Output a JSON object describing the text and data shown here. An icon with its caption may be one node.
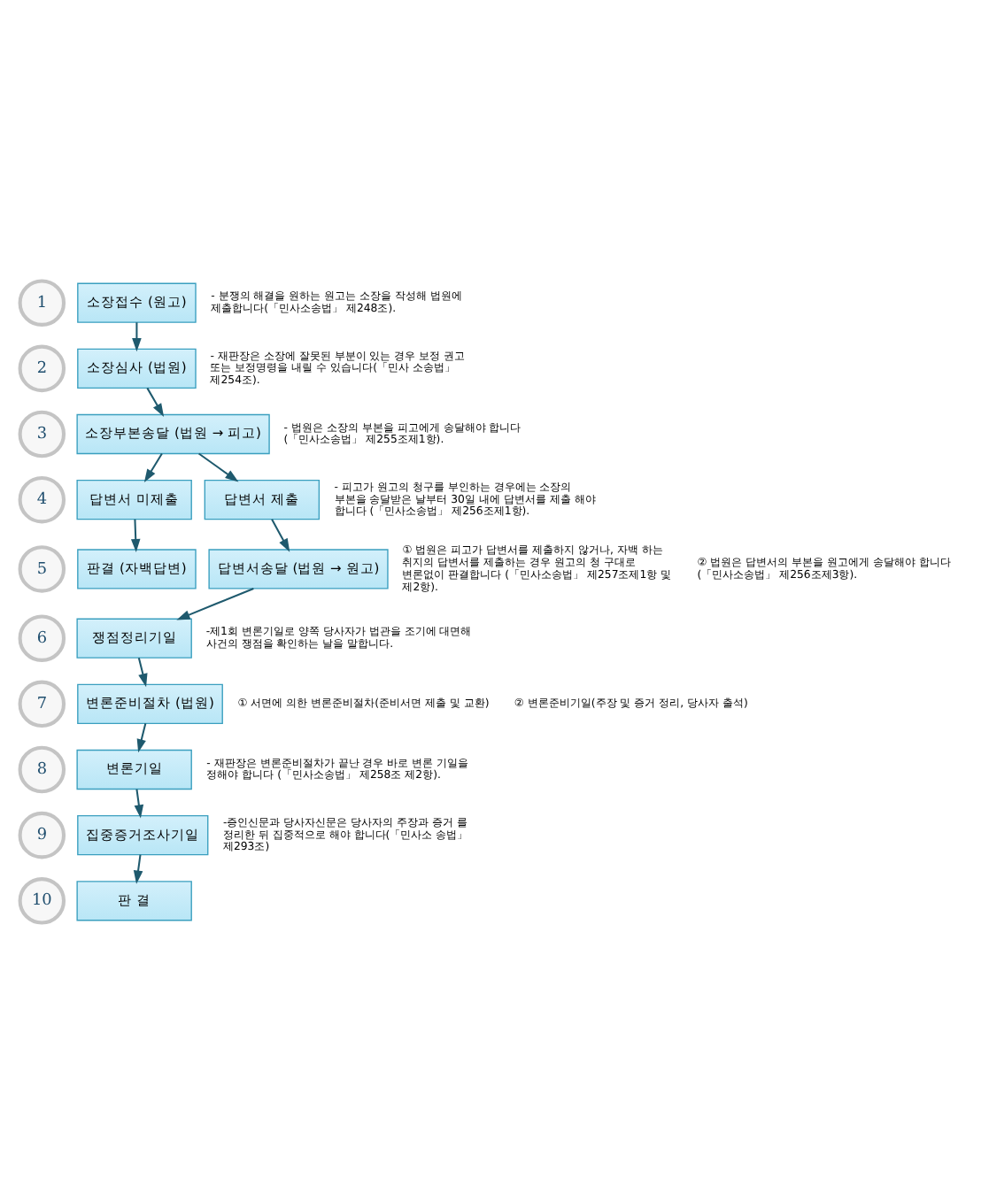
{
  "diagram": {
    "nodes": [
      {
        "text": [
          "1"
        ]
      },
      {
        "text": [
          "소장접수 (원고)"
        ],
        "beside": [
          "- 분쟁의 해결을 원하는 원고는 소장을 작성해 법원에 제출합니다(「민사소송법」 제248조)."
        ]
      },
      {
        "text": [
          "2"
        ]
      },
      {
        "text": [
          "소장심사 (법원)"
        ],
        "beside": [
          "- 재판장은 소장에 잘못된 부분이 있는 경우 보정 권고 또는 보정명령을 내릴 수 있습니다(「민사 소송법」 제254조)."
        ]
      },
      {
        "text": [
          "3"
        ]
      },
      {
        "text": [
          "소장부본송달 (법원 → 피고)"
        ],
        "beside": [
          "- 법원은 소장의 부본을 피고에게 송달해야 합니다 (「민사소송법」 제255조제1항)."
        ]
      },
      {
        "text": [
          "4"
        ]
      },
      {
        "text": [
          "답변서 미제출"
        ]
      },
      {
        "text": [
          "답변서 제출"
        ],
        "beside": [
          "- 피고가 원고의 청구를 부인하는 경우에는 소장의 부본을 송달받은 날부터 30일 내에 답변서를 제출 해야 합니다 (「민사소송법」 제256조제1항)."
        ]
      },
      {
        "text": [
          "5"
        ]
      },
      {
        "text": [
          "판결 (자백답변)"
        ]
      },
      {
        "text": [
          "답변서송달 (법원 → 원고)"
        ],
        "beside": [
          "① 법원은 피고가 답변서를 제출하지 않거나, 자백 하는 취지의 답변서를 제출하는 경우 원고의 청 구대로 변론없이 판결합니다 (「민사소송법」 제257조제1항 및 제2항).",
          "② 법원은 답변서의 부본을 원고에게 송달해야 합니다 (「민사소송법」 제256조제3항)."
        ]
      },
      {
        "text": [
          "6"
        ]
      },
      {
        "text": [
          "쟁점정리기일"
        ],
        "beside": [
          "-제1회 변론기일로 양쪽 당사자가 법관을 조기에 대면해 사건의 쟁점을 확인하는 날을 말합니다."
        ]
      },
      {
        "text": [
          "7"
        ]
      },
      {
        "text": [
          "변론준비절차 (법원)"
        ],
        "beside": [
          "① 서면에 의한 변론준비절차(준비서면 제출 및 교환)",
          "② 변론준비기일(주장 및 증거 정리, 당사자 출석)"
        ]
      },
      {
        "text": [
          "8"
        ]
      },
      {
        "text": [
          "변론기일"
        ],
        "beside": [
          "- 재판장은 변론준비절차가 끝난 경우 바로 변론 기일을 정해야 합니다 (「민사소송법」 제258조 제2항)."
        ]
      },
      {
        "text": [
          "9"
        ]
      },
      {
        "text": [
          "집중증거조사기일"
        ],
        "beside": [
          "-증인신문과 당사자신문은 당사자의 주장과 증거 를 정리한 뒤 집중적으로 해야 합니다(「민사소 송법」 제293조)"
        ]
      },
      {
        "text": [
          "10"
        ]
      },
      {
        "text": [
          "판 결"
        ]
      }
    ],
    "edges": [
      {
        "from": 1,
        "to": 3,
        "arrow": "to"
      },
      {
        "from": 3,
        "to": 5,
        "arrow": "to"
      },
      {
        "from": 5,
        "to": 7,
        "arrow": "to"
      },
      {
        "from": 5,
        "to": 8,
        "arrow": "to"
      },
      {
        "from": 7,
        "to": 10,
        "arrow": "to"
      },
      {
        "from": 8,
        "to": 11,
        "arrow": "to"
      },
      {
        "from": 11,
        "to": 13,
        "arrow": "to"
      },
      {
        "from": 13,
        "to": 15,
        "arrow": "to"
      },
      {
        "from": 15,
        "to": 17,
        "arrow": "to"
      },
      {
        "from": 17,
        "to": 19,
        "arrow": "to"
      },
      {
        "from": 19,
        "to": 21,
        "arrow": "to"
      }
    ]
  }
}
